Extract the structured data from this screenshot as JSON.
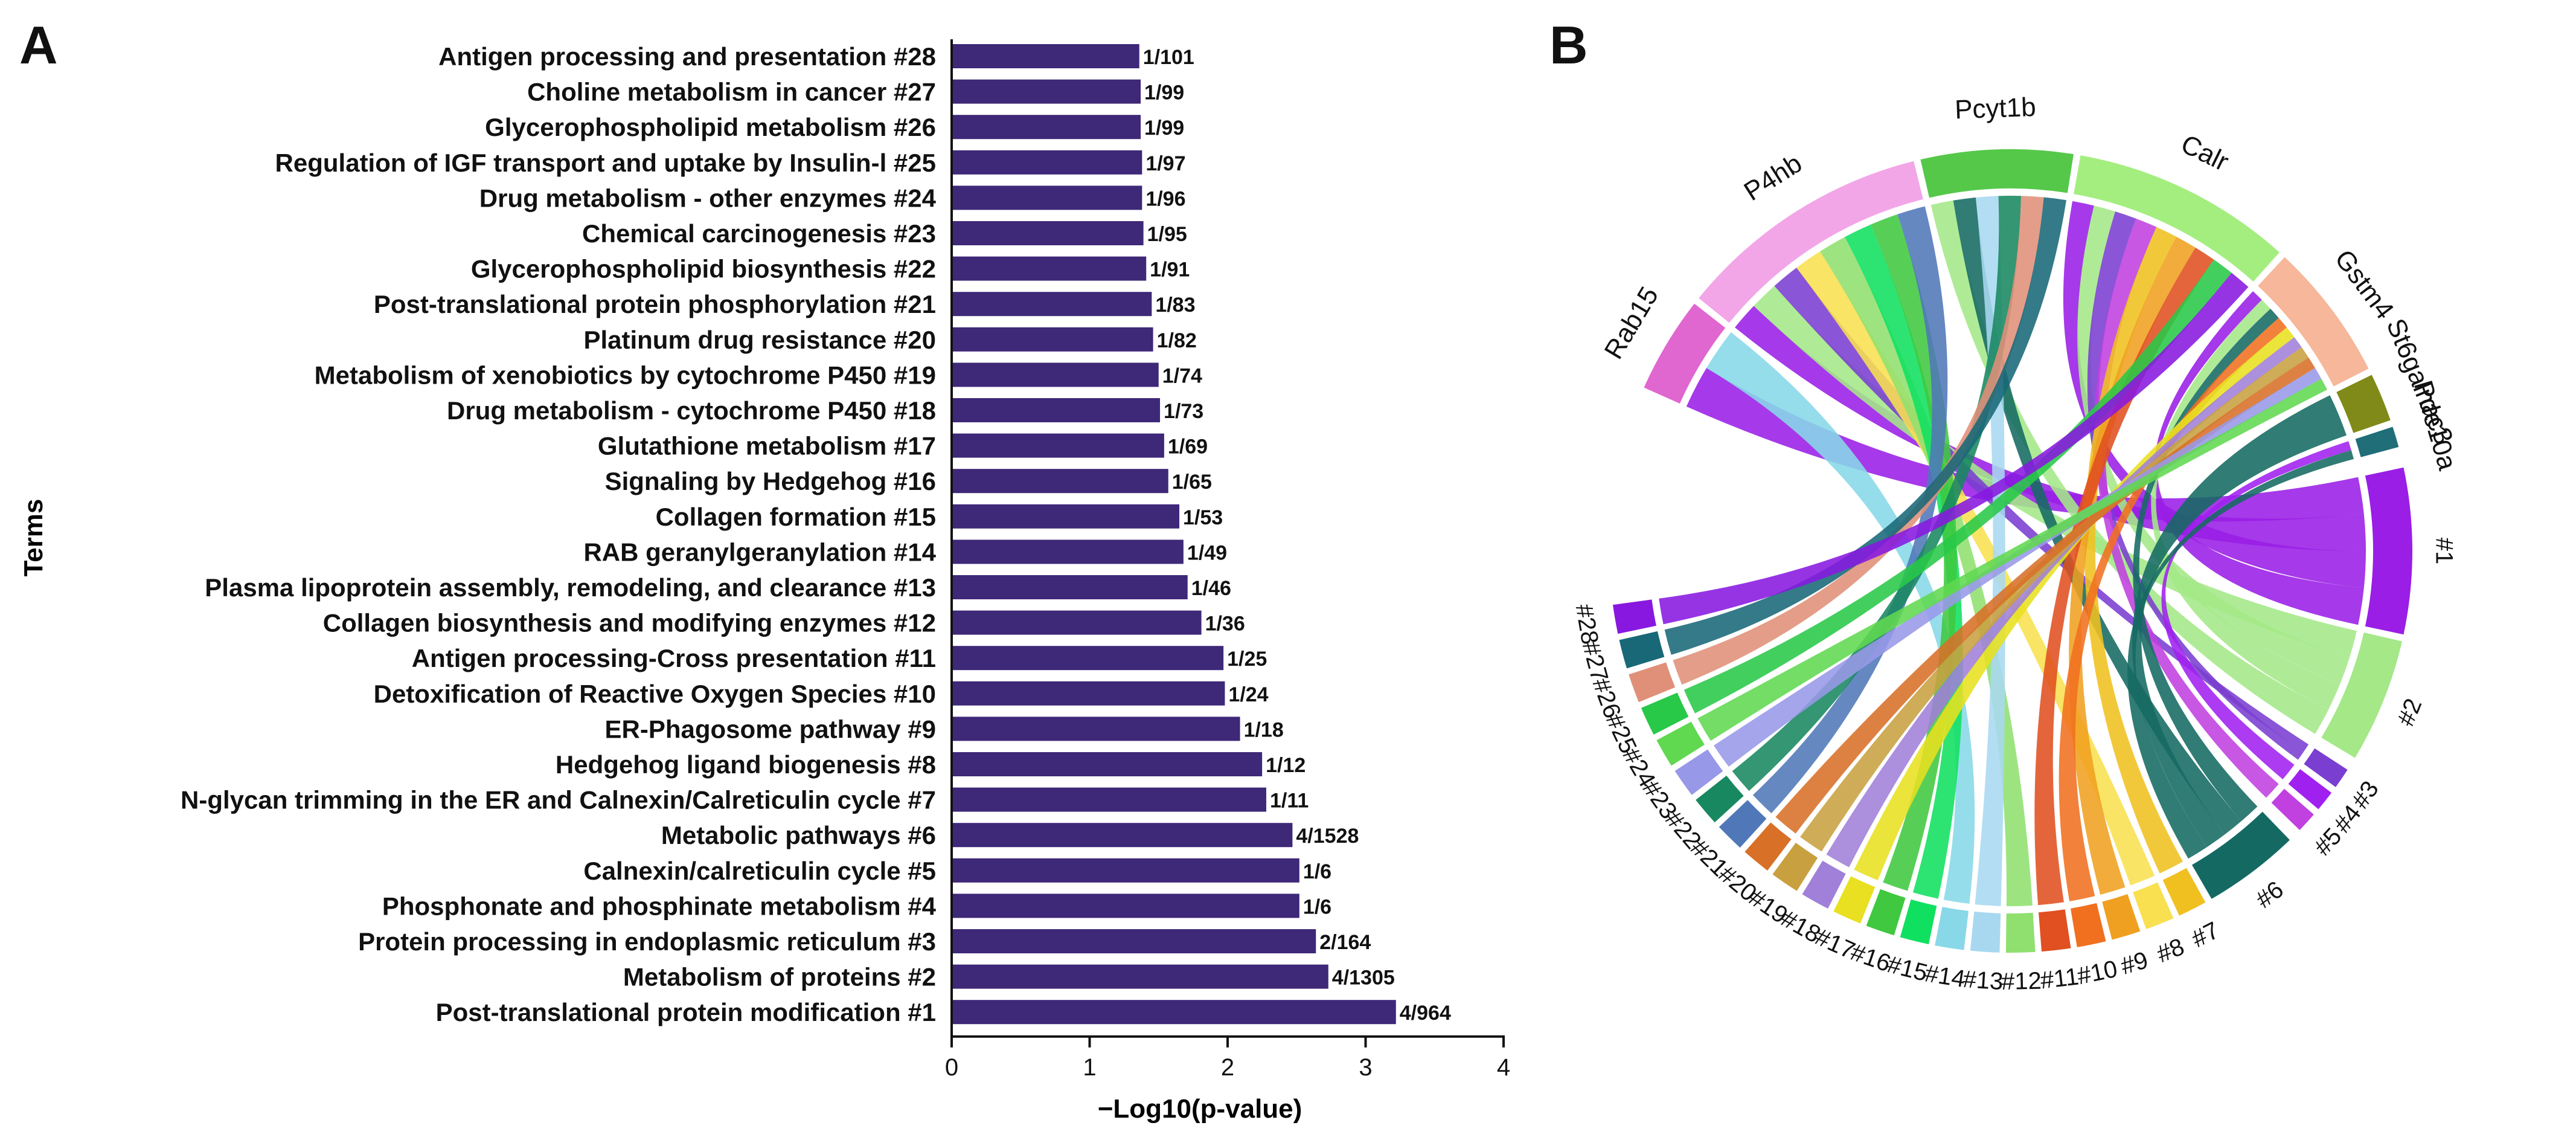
{
  "panels": {
    "a": "A",
    "b": "B"
  },
  "chart_data": [
    {
      "type": "bar",
      "orientation": "horizontal",
      "ylabel": "Terms",
      "xlabel": "−Log10(p-value)",
      "xlim": [
        0,
        4
      ],
      "xticks": [
        "0",
        "1",
        "2",
        "3",
        "4"
      ],
      "bar_color": "#3e2878",
      "categories": [
        "Antigen processing and presentation #28",
        "Choline metabolism in cancer #27",
        "Glycerophospholipid metabolism #26",
        "Regulation of IGF transport and uptake by Insulin-l #25",
        "Drug metabolism - other enzymes #24",
        "Chemical carcinogenesis #23",
        "Glycerophospholipid biosynthesis #22",
        "Post-translational protein phosphorylation #21",
        "Platinum drug resistance #20",
        "Metabolism of xenobiotics by cytochrome P450 #19",
        "Drug metabolism - cytochrome P450 #18",
        "Glutathione metabolism #17",
        "Signaling by Hedgehog #16",
        "Collagen formation #15",
        "RAB geranylgeranylation #14",
        "Plasma lipoprotein assembly, remodeling, and clearance #13",
        "Collagen biosynthesis and modifying enzymes #12",
        "Antigen processing-Cross presentation #11",
        "Detoxification of Reactive Oxygen Species #10",
        "ER-Phagosome pathway #9",
        "Hedgehog ligand biogenesis #8",
        "N-glycan trimming in the ER and Calnexin/Calreticulin cycle #7",
        "Metabolic pathways #6",
        "Calnexin/calreticulin cycle #5",
        "Phosphonate and phosphinate metabolism #4",
        "Protein processing in endoplasmic reticulum #3",
        "Metabolism of proteins #2",
        "Post-translational protein modification #1"
      ],
      "values": [
        1.36,
        1.37,
        1.37,
        1.38,
        1.38,
        1.39,
        1.41,
        1.45,
        1.46,
        1.5,
        1.51,
        1.54,
        1.57,
        1.65,
        1.68,
        1.71,
        1.81,
        1.97,
        1.98,
        2.09,
        2.25,
        2.28,
        2.47,
        2.52,
        2.52,
        2.64,
        2.73,
        3.22
      ],
      "data_labels": [
        "1/101",
        "1/99",
        "1/99",
        "1/97",
        "1/96",
        "1/95",
        "1/91",
        "1/83",
        "1/82",
        "1/74",
        "1/73",
        "1/69",
        "1/65",
        "1/53",
        "1/49",
        "1/46",
        "1/36",
        "1/25",
        "1/24",
        "1/18",
        "1/12",
        "1/11",
        "4/1528",
        "1/6",
        "1/6",
        "2/164",
        "4/1305",
        "4/964"
      ]
    },
    {
      "type": "chord",
      "genes": [
        {
          "label": "Rab15",
          "color": "#e066d0"
        },
        {
          "label": "P4hb",
          "color": "#f2a6e8"
        },
        {
          "label": "Pcyt1b",
          "color": "#55c84a"
        },
        {
          "label": "Calr",
          "color": "#a4ee80"
        },
        {
          "label": "Gstm4",
          "color": "#f7b79a"
        },
        {
          "label": "St6galnac3",
          "color": "#808a18"
        },
        {
          "label": "Pde10a",
          "color": "#1f6e78"
        }
      ],
      "terms": [
        {
          "label": "#1",
          "color": "#9a1ee6"
        },
        {
          "label": "#2",
          "color": "#a4e888"
        },
        {
          "label": "#3",
          "color": "#7a3ed0"
        },
        {
          "label": "#4",
          "color": "#a020f0"
        },
        {
          "label": "#5",
          "color": "#c040e0"
        },
        {
          "label": "#6",
          "color": "#146a62"
        },
        {
          "label": "#7",
          "color": "#f0c020"
        },
        {
          "label": "#8",
          "color": "#f8e050"
        },
        {
          "label": "#9",
          "color": "#f0a020"
        },
        {
          "label": "#10",
          "color": "#f07020"
        },
        {
          "label": "#11",
          "color": "#e05020"
        },
        {
          "label": "#12",
          "color": "#90e070"
        },
        {
          "label": "#13",
          "color": "#a8d8f0"
        },
        {
          "label": "#14",
          "color": "#88d8e8"
        },
        {
          "label": "#15",
          "color": "#10e060"
        },
        {
          "label": "#16",
          "color": "#40c840"
        },
        {
          "label": "#17",
          "color": "#e8e020"
        },
        {
          "label": "#18",
          "color": "#a080d8"
        },
        {
          "label": "#19",
          "color": "#c8a040"
        },
        {
          "label": "#20",
          "color": "#d87028"
        },
        {
          "label": "#21",
          "color": "#5078b8"
        },
        {
          "label": "#22",
          "color": "#188860"
        },
        {
          "label": "#23",
          "color": "#9898e8"
        },
        {
          "label": "#24",
          "color": "#60d850"
        },
        {
          "label": "#25",
          "color": "#28c848"
        },
        {
          "label": "#26",
          "color": "#e09078"
        },
        {
          "label": "#27",
          "color": "#186878"
        },
        {
          "label": "#28",
          "color": "#8818e0"
        }
      ],
      "links": [
        [
          "#1",
          "Rab15"
        ],
        [
          "#1",
          "P4hb"
        ],
        [
          "#1",
          "Calr"
        ],
        [
          "#1",
          "Gstm4"
        ],
        [
          "#2",
          "P4hb"
        ],
        [
          "#2",
          "Calr"
        ],
        [
          "#2",
          "Gstm4"
        ],
        [
          "#2",
          "Pcyt1b"
        ],
        [
          "#3",
          "P4hb"
        ],
        [
          "#3",
          "Calr"
        ],
        [
          "#4",
          "Pde10a"
        ],
        [
          "#5",
          "Calr"
        ],
        [
          "#6",
          "Gstm4"
        ],
        [
          "#6",
          "Pcyt1b"
        ],
        [
          "#6",
          "St6galnac3"
        ],
        [
          "#6",
          "Pde10a"
        ],
        [
          "#7",
          "Calr"
        ],
        [
          "#8",
          "P4hb"
        ],
        [
          "#9",
          "Calr"
        ],
        [
          "#10",
          "Gstm4"
        ],
        [
          "#11",
          "Calr"
        ],
        [
          "#12",
          "P4hb"
        ],
        [
          "#13",
          "Pcyt1b"
        ],
        [
          "#14",
          "Rab15"
        ],
        [
          "#15",
          "P4hb"
        ],
        [
          "#16",
          "P4hb"
        ],
        [
          "#17",
          "Gstm4"
        ],
        [
          "#18",
          "Gstm4"
        ],
        [
          "#19",
          "Gstm4"
        ],
        [
          "#20",
          "Gstm4"
        ],
        [
          "#21",
          "P4hb"
        ],
        [
          "#22",
          "Pcyt1b"
        ],
        [
          "#23",
          "Gstm4"
        ],
        [
          "#24",
          "Gstm4"
        ],
        [
          "#25",
          "Calr"
        ],
        [
          "#26",
          "Pcyt1b"
        ],
        [
          "#27",
          "Pcyt1b"
        ],
        [
          "#28",
          "Calr"
        ]
      ]
    }
  ]
}
